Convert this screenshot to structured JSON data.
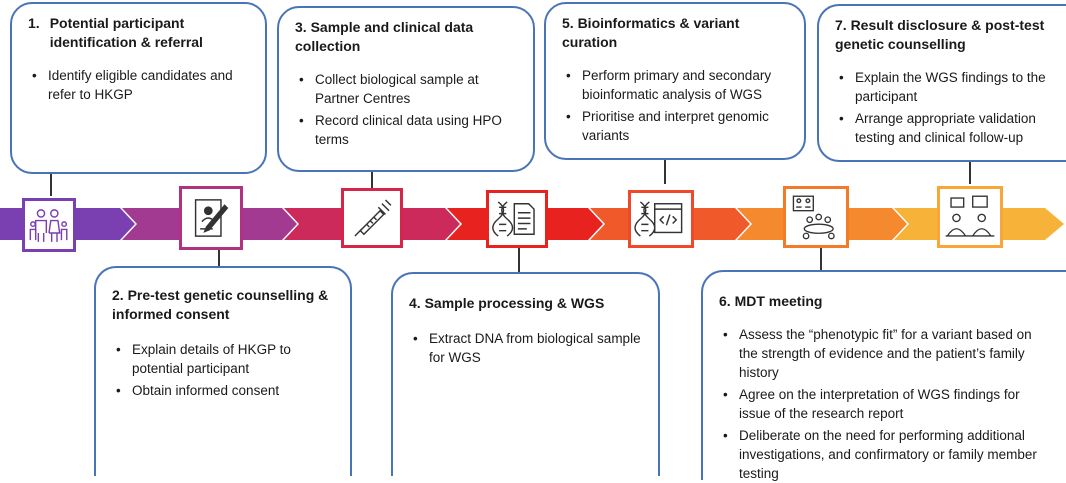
{
  "steps": [
    {
      "num": "1.",
      "title": "Potential participant identification & referral",
      "bullets": [
        "Identify eligible candidates and refer to HKGP"
      ],
      "icon": "family-icon",
      "color": "#7a3fb0"
    },
    {
      "num": "",
      "title": "2. Pre-test genetic counselling & informed consent",
      "bullets": [
        "Explain details of HKGP to potential participant",
        "Obtain informed consent"
      ],
      "icon": "consent-form-icon",
      "color": "#b0337f"
    },
    {
      "num": "",
      "title": "3. Sample and clinical data collection",
      "bullets": [
        "Collect biological sample at Partner Centres",
        "Record clinical data using HPO terms"
      ],
      "icon": "syringe-icon",
      "color": "#d5264a"
    },
    {
      "num": "",
      "title": "4. Sample processing & WGS",
      "bullets": [
        "Extract DNA from biological sample for WGS"
      ],
      "icon": "dna-document-icon",
      "color": "#e8231f"
    },
    {
      "num": "",
      "title": "5. Bioinformatics & variant curation",
      "bullets": [
        "Perform primary and secondary bioinformatic analysis of WGS",
        "Prioritise and interpret genomic variants"
      ],
      "icon": "dna-code-icon",
      "color": "#f0492a"
    },
    {
      "num": "",
      "title": "6. MDT meeting",
      "bullets": [
        "Assess the “phenotypic fit” for a variant based on the strength of evidence and the patient’s family history",
        "Agree on the interpretation of WGS findings for issue of the research report",
        "Deliberate on the need for performing additional investigations, and confirmatory or family member testing"
      ],
      "icon": "meeting-icon",
      "color": "#f47a2a"
    },
    {
      "num": "",
      "title": "7. Result disclosure & post-test genetic counselling",
      "bullets": [
        "Explain the WGS findings to the participant",
        "Arrange appropriate validation testing and clinical follow-up"
      ],
      "icon": "counselling-icon",
      "color": "#f7a737"
    }
  ]
}
